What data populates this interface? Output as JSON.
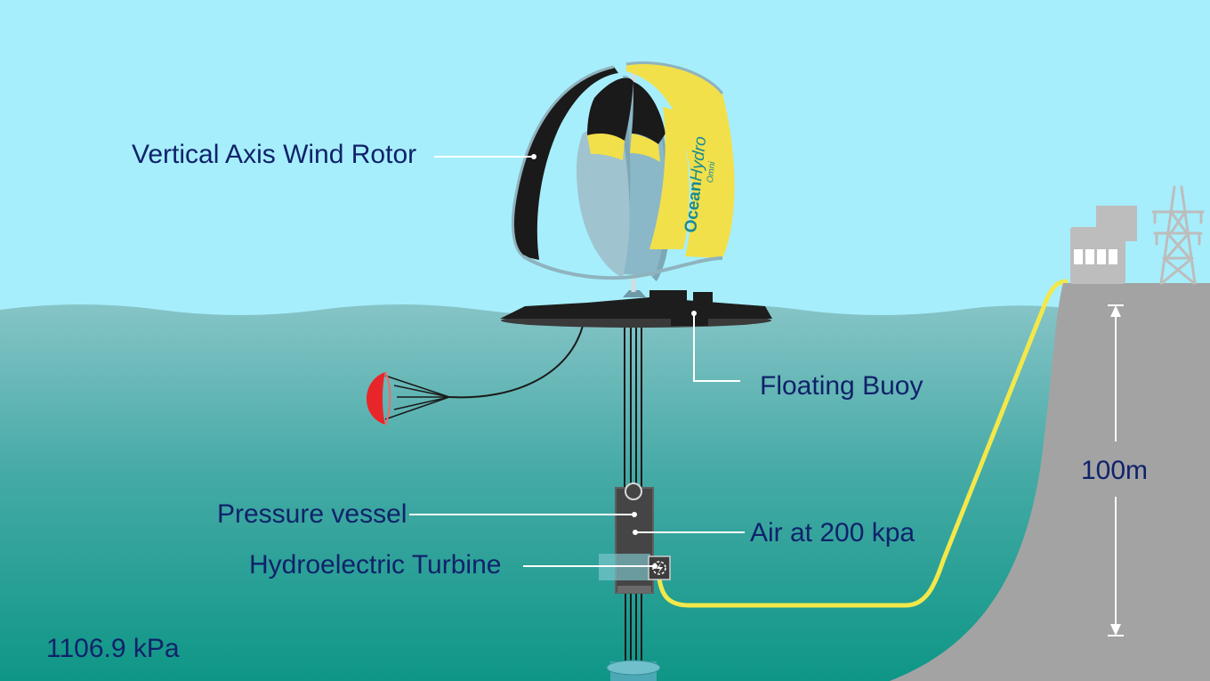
{
  "labels": {
    "rotor": "Vertical Axis Wind Rotor",
    "buoy": "Floating Buoy",
    "vessel": "Pressure vessel",
    "air": "Air at 200 kpa",
    "turbine": "Hydroelectric Turbine",
    "height": "100m",
    "pressure": "1106.9 kPa"
  },
  "brand": {
    "name_bold": "Ocean",
    "name_light": "Hydro",
    "tagline": "Omni"
  },
  "colors": {
    "sky": "#a6eefc",
    "sea_top": "#86c4c7",
    "sea_bottom": "#0e9686",
    "label_text": "#10226a",
    "rotor_black": "#1a1a1a",
    "rotor_yellow": "#f2e04a",
    "rotor_blade": "#8ab8c8",
    "cable": "#f3e84a",
    "drogue": "#e8262a",
    "cliff": "#a3a3a3",
    "building": "#bdbdbd"
  }
}
